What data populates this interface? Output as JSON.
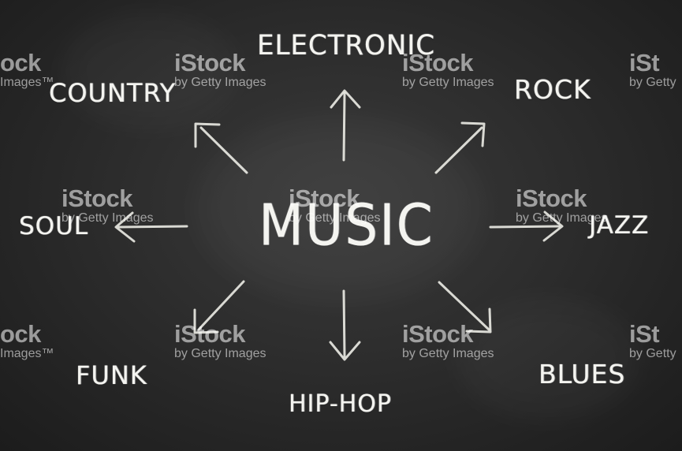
{
  "center": {
    "label": "MUSIC"
  },
  "genres": {
    "electronic": "ELECTRONIC",
    "country": "COUNTRY",
    "rock": "ROCK",
    "soul": "SOUL",
    "jazz": "JAZZ",
    "funk": "FUNK",
    "blues": "BLUES",
    "hiphop": "HIP-HOP"
  },
  "watermark": {
    "logo": "iStock",
    "by_line": "by Getty Images",
    "edge_logo": "iSt",
    "edge_by_line": "by Getty",
    "left_edge_logo": "ock",
    "left_edge_by_line": "Images™"
  },
  "colors": {
    "board": "#2f2f2f",
    "chalk": "#f4f4f0"
  }
}
